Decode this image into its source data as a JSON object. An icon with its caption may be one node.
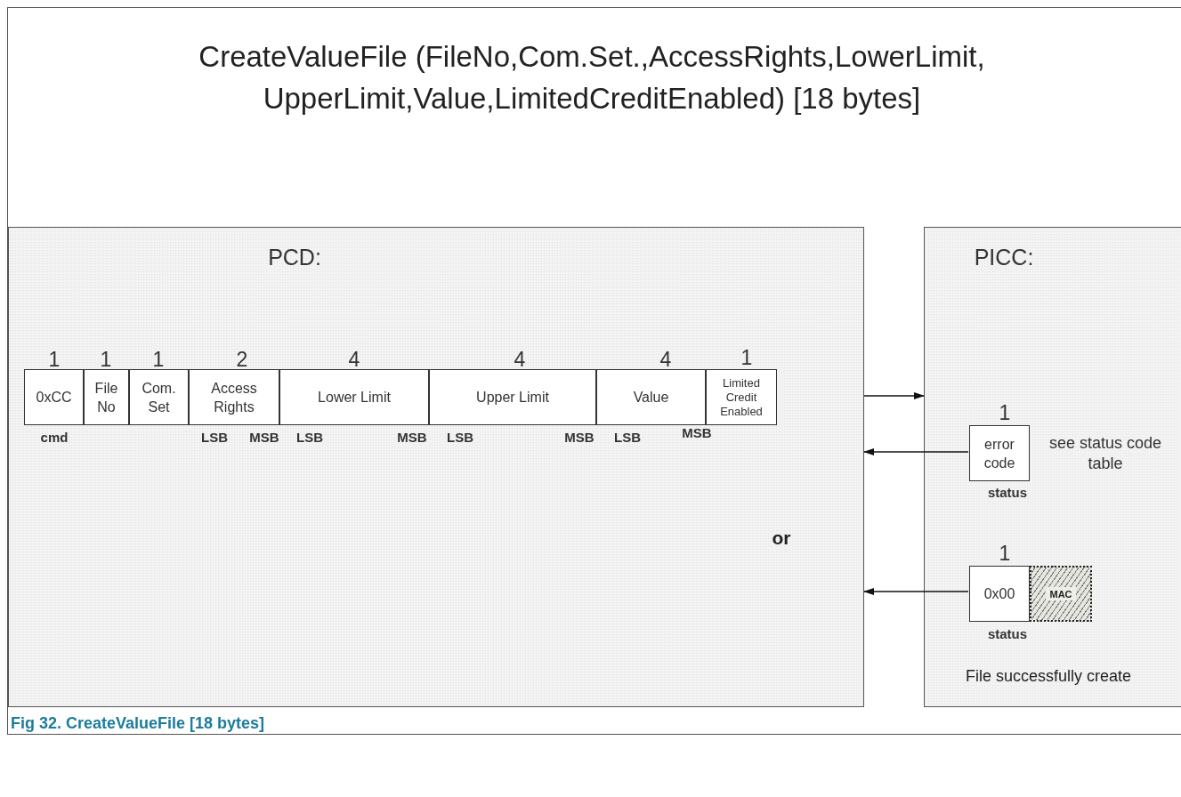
{
  "diagram": {
    "title": "CreateValueFile (FileNo,Com.Set.,AccessRights,LowerLimit, UpperLimit,Value,LimitedCreditEnabled) [18 bytes]",
    "caption": "Fig 32. CreateValueFile [18 bytes]",
    "nodes": [
      {
        "text": [
          "PCD:"
        ]
      },
      {
        "text": [
          "0xCC"
        ],
        "in": 0,
        "beside": [
          "1",
          "cmd"
        ]
      },
      {
        "text": [
          "File No"
        ],
        "in": 0,
        "beside": [
          "1"
        ]
      },
      {
        "text": [
          "Com. Set"
        ],
        "in": 0,
        "beside": [
          "1"
        ]
      },
      {
        "text": [
          "Access Rights"
        ],
        "in": 0,
        "beside": [
          "2",
          "LSB",
          "MSB"
        ]
      },
      {
        "text": [
          "Lower Limit"
        ],
        "in": 0,
        "beside": [
          "4",
          "LSB",
          "MSB"
        ]
      },
      {
        "text": [
          "Upper Limit"
        ],
        "in": 0,
        "beside": [
          "4",
          "LSB",
          "MSB"
        ]
      },
      {
        "text": [
          "Value"
        ],
        "in": 0,
        "beside": [
          "4",
          "LSB",
          "MSB"
        ]
      },
      {
        "text": [
          "Limited Credit Enabled"
        ],
        "in": 0,
        "beside": [
          "1"
        ]
      },
      {
        "text": [
          "PICC:"
        ]
      },
      {
        "text": [
          "error code"
        ],
        "in": 9,
        "beside": [
          "1",
          "status",
          "see status code table"
        ]
      },
      {
        "text": [
          "0x00"
        ],
        "in": 9,
        "beside": [
          "1",
          "status"
        ]
      },
      {
        "text": [
          "MAC"
        ],
        "in": 9
      }
    ],
    "edges": [
      {
        "from": 0,
        "to": 9,
        "arrow": "to"
      },
      {
        "from": 10,
        "to": 0,
        "arrow": "to"
      },
      {
        "from": 11,
        "to": 0,
        "arrow": "to"
      }
    ],
    "labels": [
      "or",
      "File successfully create"
    ]
  }
}
